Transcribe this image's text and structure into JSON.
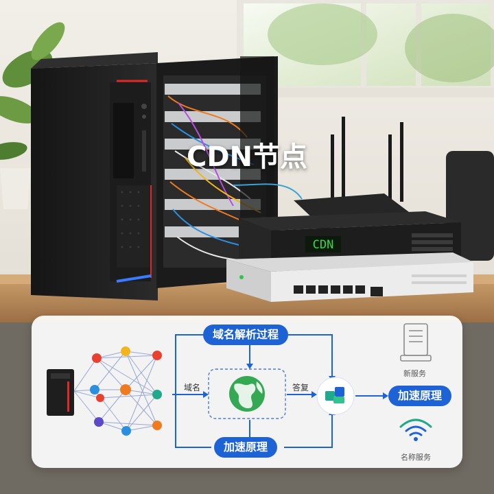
{
  "overlay": {
    "title": "CDN节点"
  },
  "device_labels": {
    "switch_display": "CDN"
  },
  "diagram": {
    "top_label": "域名解析过程",
    "bottom_label": "加速原理",
    "right_label": "加速原理",
    "edge_label_left": "域名",
    "edge_label_right": "答复",
    "icon_server_caption": "新服务",
    "icon_wifi_caption": "名称服务"
  },
  "colors": {
    "accent_blue": "#1e63d6",
    "node_red": "#e8412f",
    "node_orange": "#f07a1f",
    "node_yellow": "#f2b51c",
    "node_blue": "#2a8fe0",
    "node_teal": "#22a88a",
    "node_purple": "#5b49c8"
  }
}
